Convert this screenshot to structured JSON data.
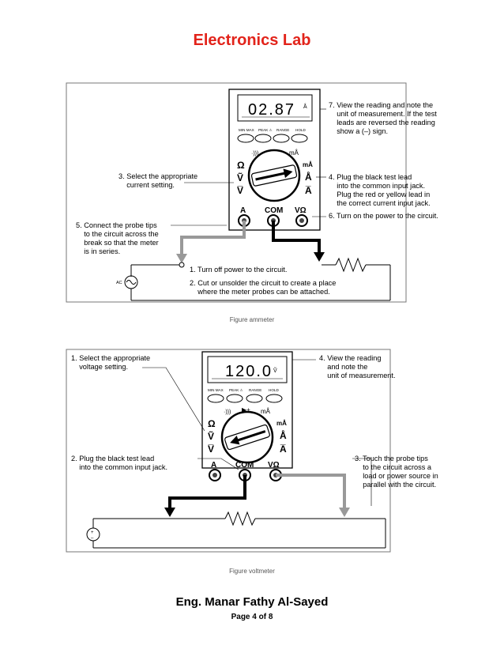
{
  "header": {
    "title": "Electronics Lab"
  },
  "meter_controls": {
    "buttons": [
      "MIN MAX",
      "PEAK ⚠",
      "RANGE",
      "HOLD"
    ],
    "dial_symbols": [
      "Ω",
      "Ṽ",
      "V̅",
      "Å",
      "mÅ",
      "A̅"
    ],
    "jacks": [
      "A",
      "COM",
      "VΩ"
    ],
    "ammeter_display_unit": "Å",
    "voltmeter_display_unit": "Ṽ"
  },
  "figure1": {
    "display": "02.87",
    "notes": {
      "n7": "7. View the reading and note the\n    unit of measurement. If the test\n    leads are reversed the reading\n    show a (–) sign.",
      "n3": "3. Select the appropriate\n    current setting.",
      "n4": "4. Plug the black test lead\n    into the common input jack.\n    Plug the red or yellow lead in\n    the correct current input jack.",
      "n6": "6. Turn on the power to the circuit.",
      "n5": "5. Connect the probe tips\n    to the circuit across the\n    break so that the meter\n    is in series.",
      "n1": "1. Turn off power to the circuit.",
      "n2": "2. Cut or unsolder the circuit to create a place\n    where the meter probes can be attached."
    },
    "source_label": "AC",
    "caption": "Figure ammeter"
  },
  "figure2": {
    "display": "120.0",
    "notes": {
      "n1": "1. Select the appropriate\n    voltage setting.",
      "n4": "4. View the reading\n    and note the\n    unit of measurement.",
      "n2": "2. Plug the black test lead\n    into the common input jack.",
      "n3": "3. Touch the probe tips\n    to the circuit across a\n    load or power source in\n    parallel with the circuit."
    },
    "source_plus": "+",
    "source_minus": "–",
    "caption": "Figure voltmeter"
  },
  "footer": {
    "name": "Eng. Manar Fathy Al-Sayed",
    "page": "Page 4 of 8"
  }
}
